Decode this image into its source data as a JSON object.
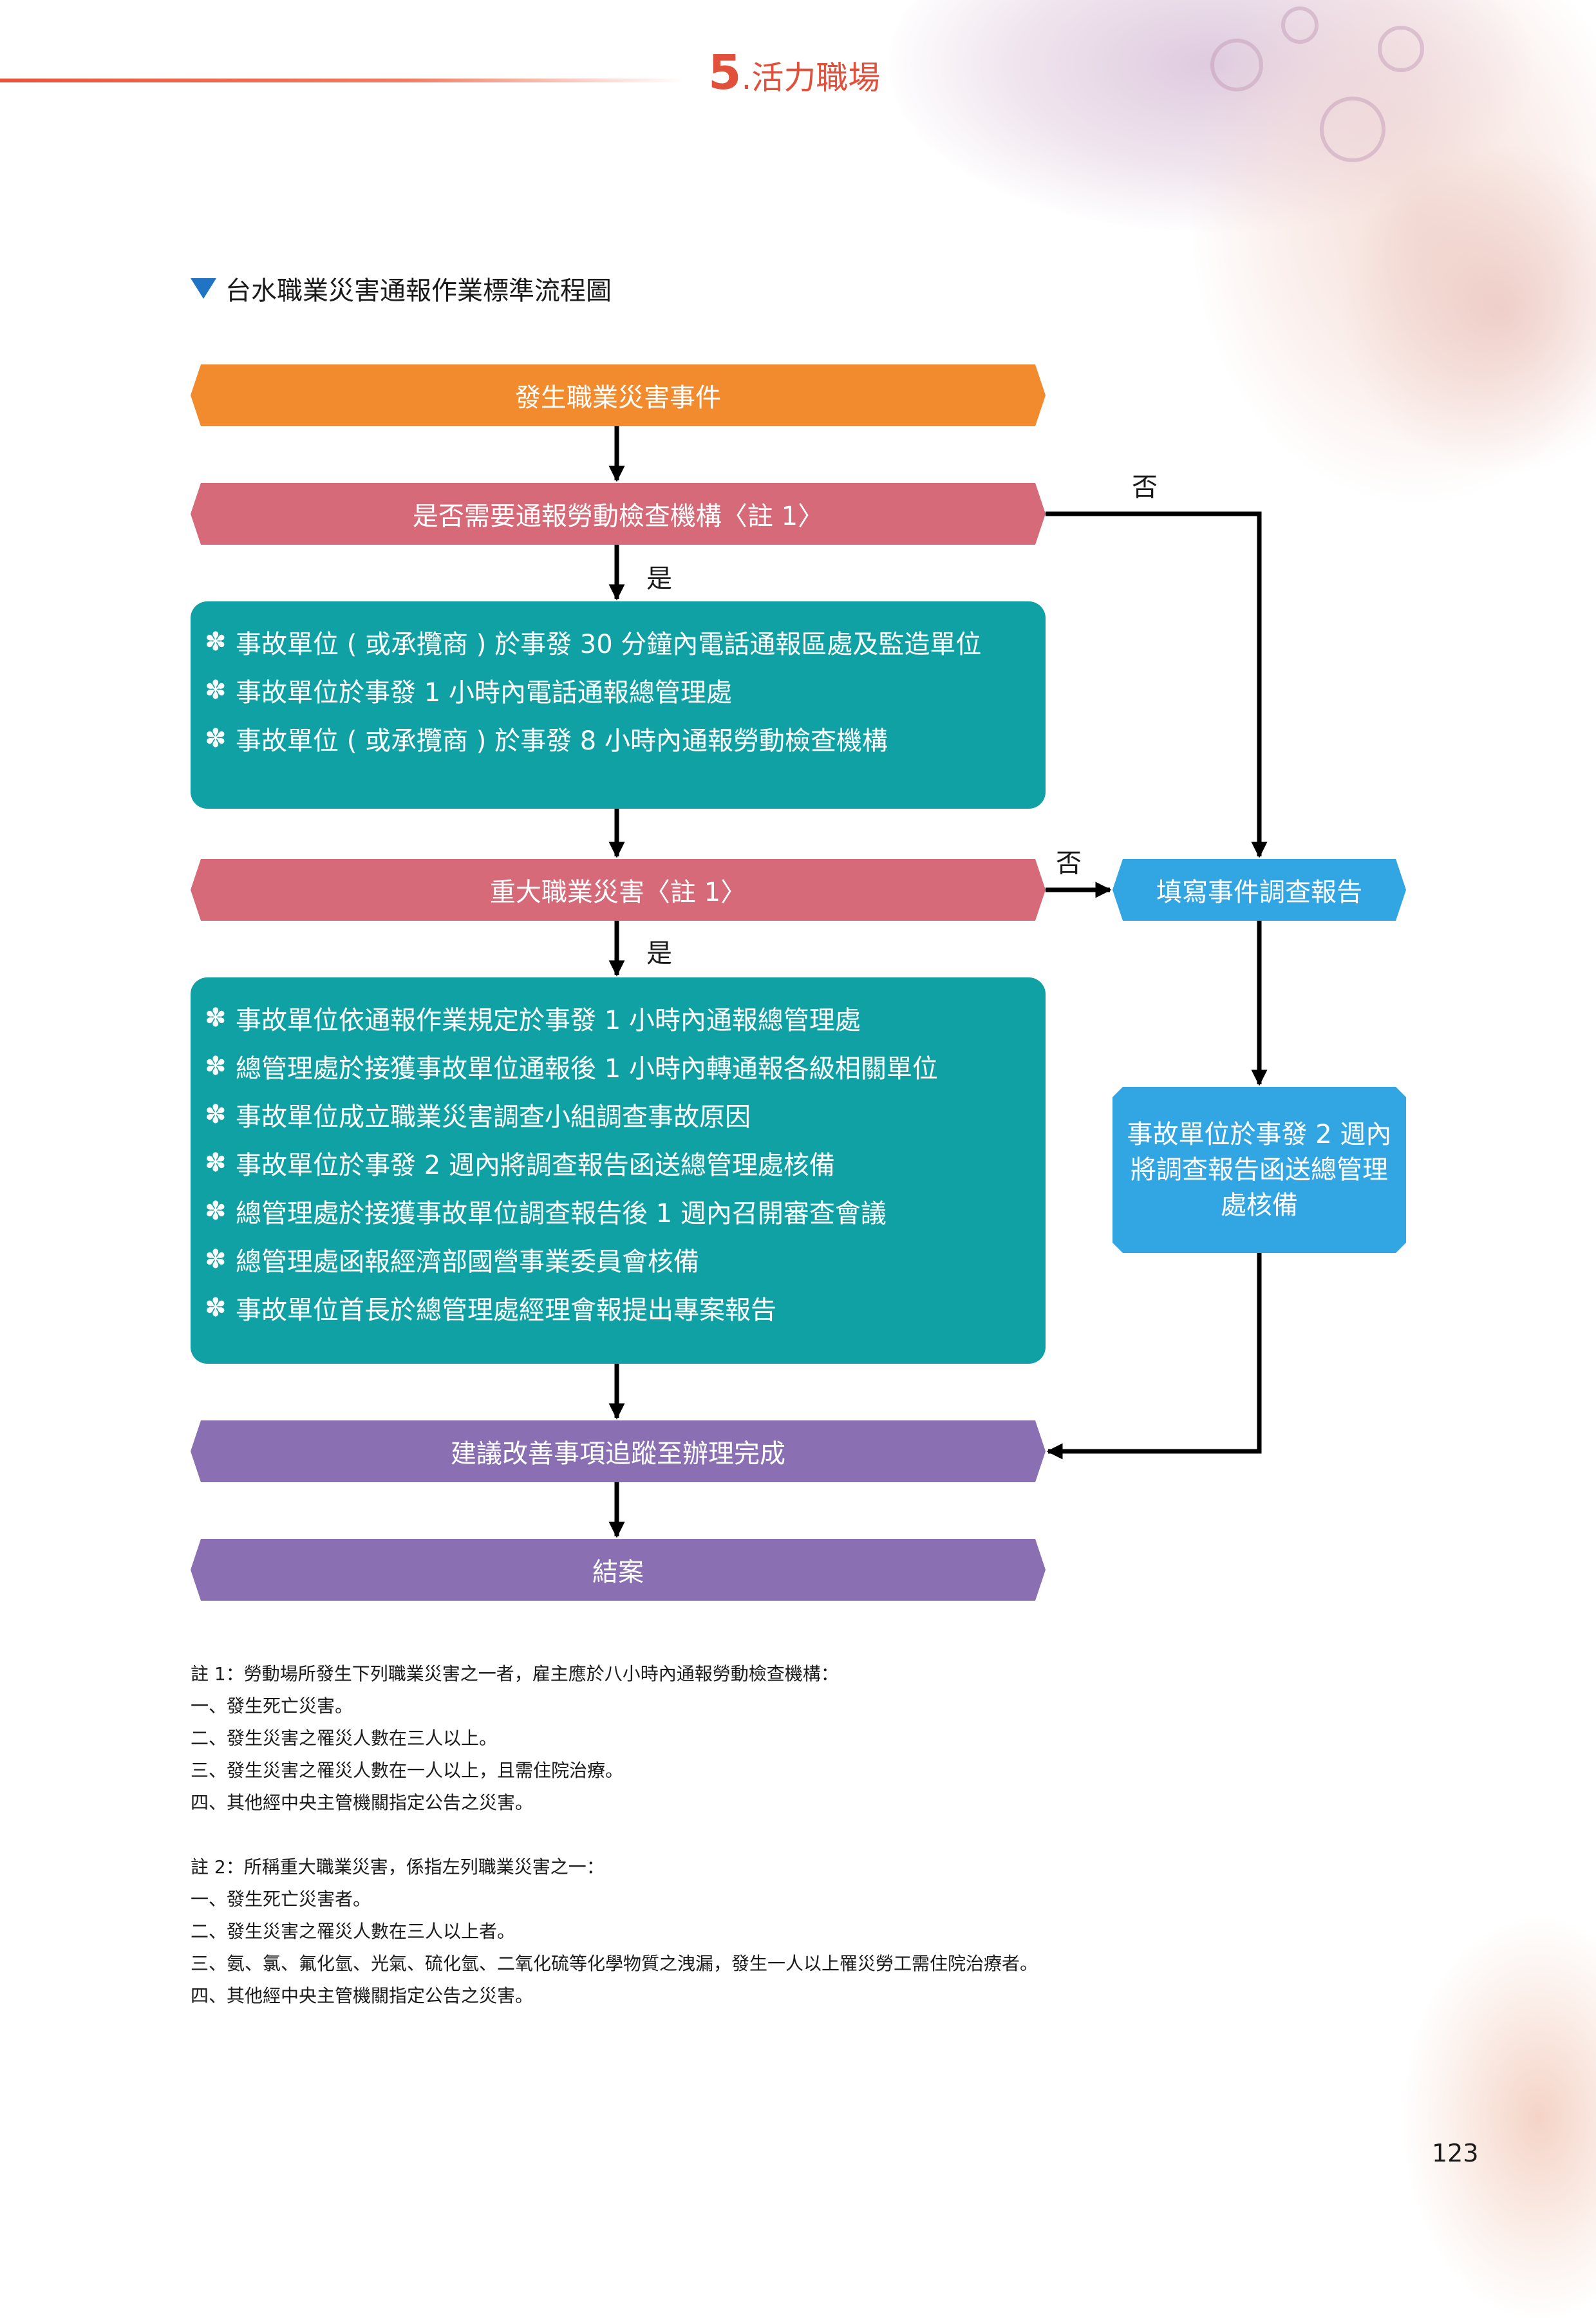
{
  "header": {
    "chapter_number": "5",
    "chapter_title": ".活力職場"
  },
  "figure_title": "台水職業災害通報作業標準流程圖",
  "flow": {
    "start": "發生職業災害事件",
    "decision1": "是否需要通報勞動檢查機構〈註 1〉",
    "decision1_yes": "是",
    "decision1_no": "否",
    "bullet_symbol": "✽",
    "step1_items": [
      "事故單位 ( 或承攬商 ) 於事發 30 分鐘內電話通報區處及監造單位",
      "事故單位於事發 1 小時內電話通報總管理處",
      "事故單位 ( 或承攬商 ) 於事發 8 小時內通報勞動檢查機構"
    ],
    "decision2": "重大職業災害〈註 1〉",
    "decision2_yes": "是",
    "decision2_no": "否",
    "step2_items": [
      "事故單位依通報作業規定於事發 1 小時內通報總管理處",
      "總管理處於接獲事故單位通報後 1 小時內轉通報各級相關單位",
      "事故單位成立職業災害調查小組調查事故原因",
      "事故單位於事發 2 週內將調查報告函送總管理處核備",
      "總管理處於接獲事故單位調查報告後 1 週內召開審查會議",
      "總管理處函報經濟部國營事業委員會核備",
      "事故單位首長於總管理處經理會報提出專案報告"
    ],
    "side_fill": "填寫事件調查報告",
    "side_report": "事故單位於事發 2 週內將調查報告函送總管理處核備",
    "track": "建議改善事項追蹤至辦理完成",
    "end": "結案"
  },
  "notes": {
    "note1": [
      "註 1：勞動場所發生下列職業災害之一者，雇主應於八小時內通報勞動檢查機構：",
      "一、發生死亡災害。",
      "二、發生災害之罹災人數在三人以上。",
      "三、發生災害之罹災人數在一人以上，且需住院治療。",
      "四、其他經中央主管機關指定公告之災害。"
    ],
    "note2": [
      "註 2：所稱重大職業災害，係指左列職業災害之一：",
      "一、發生死亡災害者。",
      "二、發生災害之罹災人數在三人以上者。",
      "三、氨、氯、氟化氫、光氣、硫化氫、二氧化硫等化學物質之洩漏，發生一人以上罹災勞工需住院治療者。",
      "四、其他經中央主管機關指定公告之災害。"
    ]
  },
  "page_number": "123",
  "colors": {
    "start": "#f28a2e",
    "decision": "#d66a78",
    "panel": "#0fa1a4",
    "side": "#32a6e3",
    "track": "#8a70b2",
    "accent": "#e0503a"
  }
}
